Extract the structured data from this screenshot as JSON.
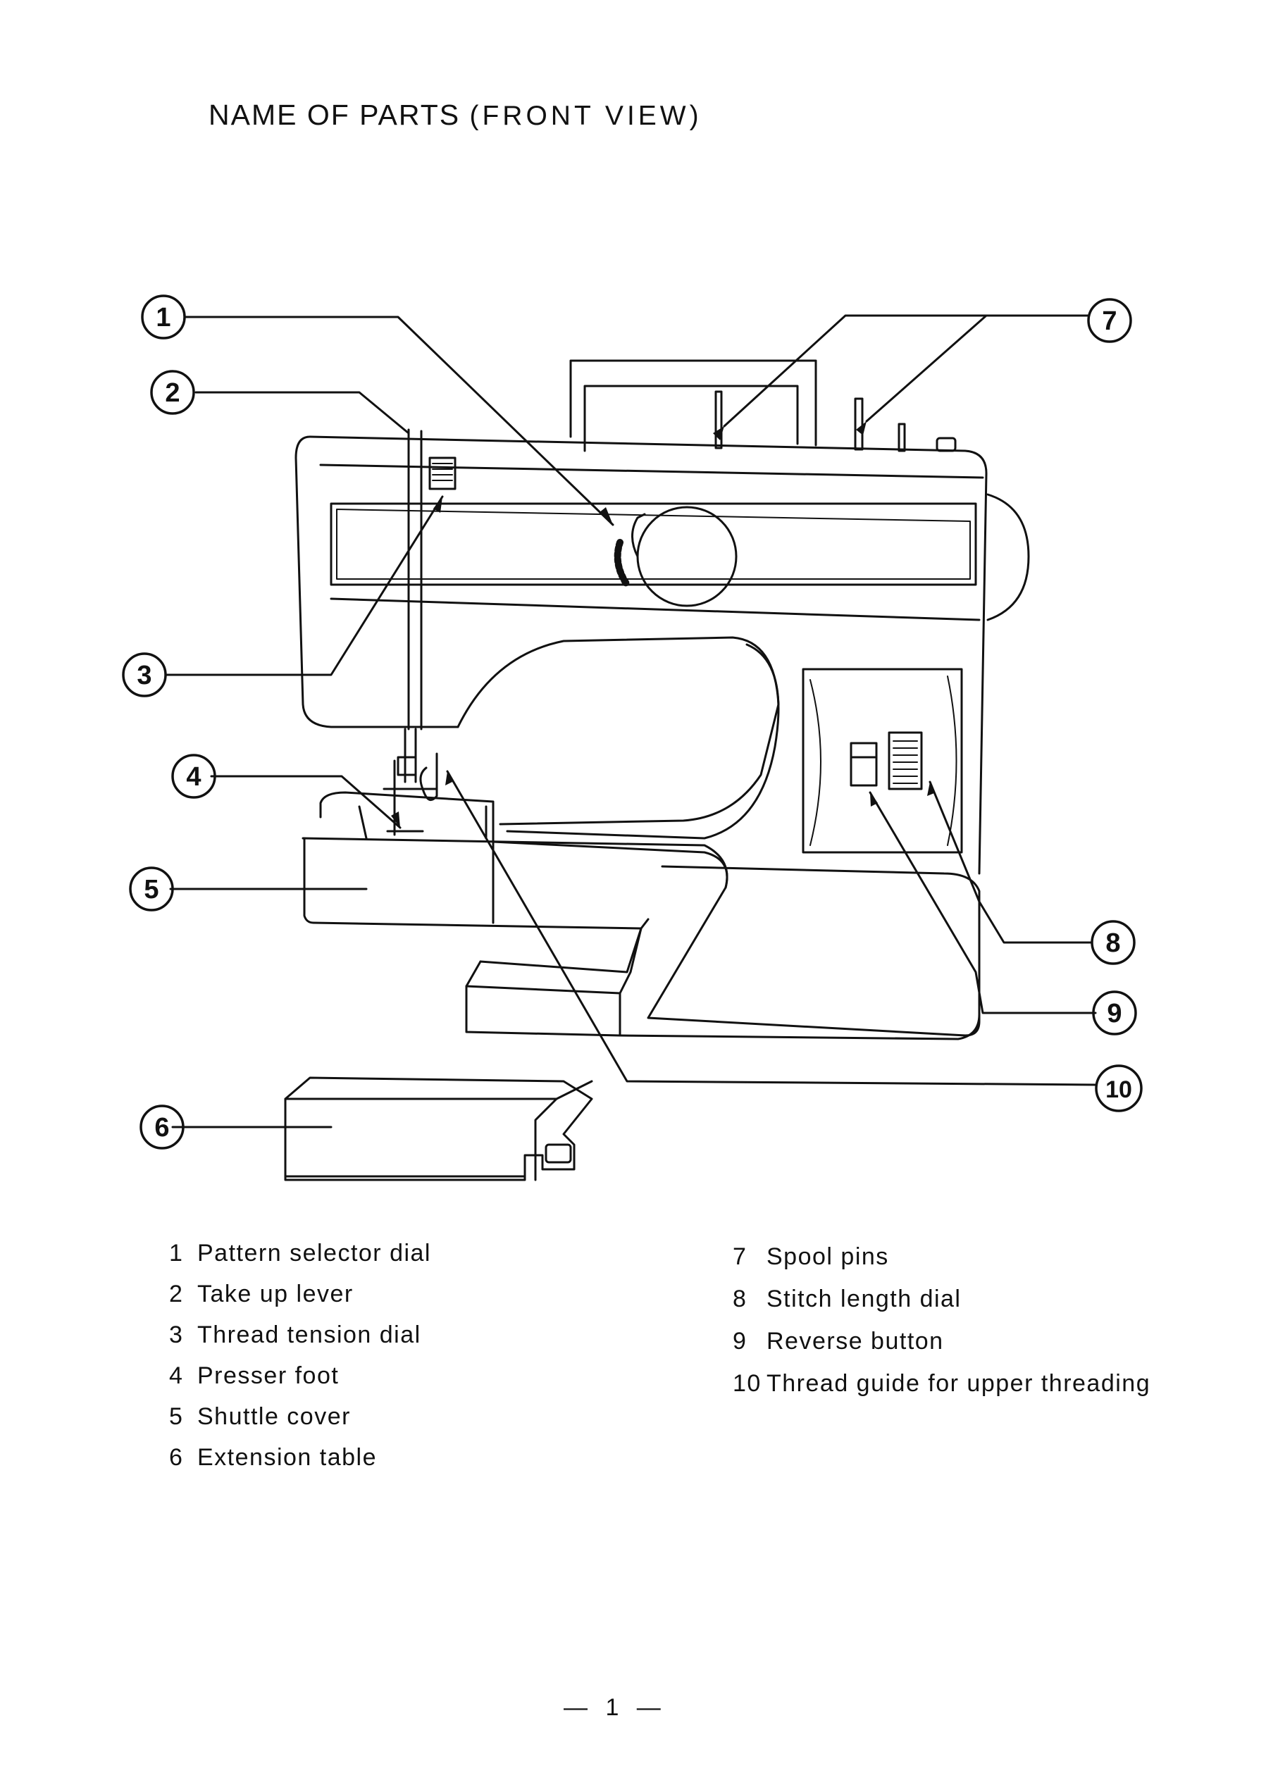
{
  "header": {
    "title": "NAME OF PARTS",
    "subtitle": "(FRONT VIEW)"
  },
  "callouts": [
    "1",
    "2",
    "3",
    "4",
    "5",
    "6",
    "7",
    "8",
    "9",
    "10"
  ],
  "legend_left": [
    {
      "num": "1",
      "label": "Pattern selector dial"
    },
    {
      "num": "2",
      "label": "Take up lever"
    },
    {
      "num": "3",
      "label": "Thread tension dial"
    },
    {
      "num": "4",
      "label": "Presser foot"
    },
    {
      "num": "5",
      "label": "Shuttle cover"
    },
    {
      "num": "6",
      "label": "Extension table"
    }
  ],
  "legend_right": [
    {
      "num": "7",
      "label": "Spool pins"
    },
    {
      "num": "8",
      "label": "Stitch length dial"
    },
    {
      "num": "9",
      "label": "Reverse button"
    },
    {
      "num": "10",
      "label": "Thread guide for upper threading"
    }
  ],
  "footer": {
    "page_number": "— 1 —"
  }
}
